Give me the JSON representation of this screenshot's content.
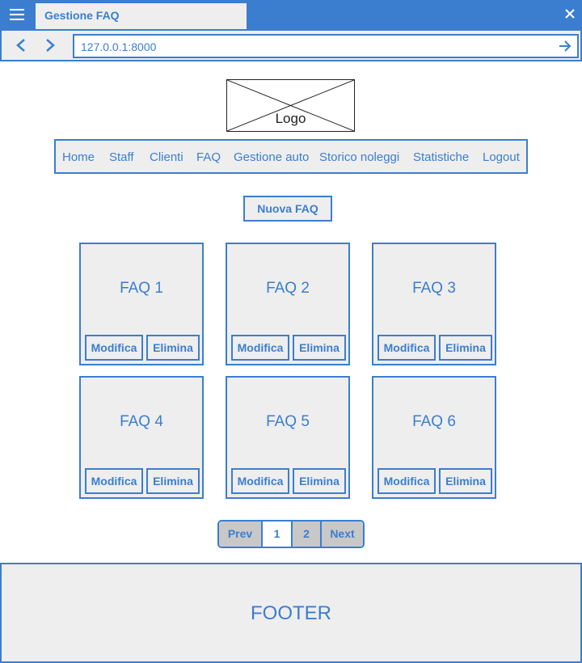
{
  "browser": {
    "tab_title": "Gestione FAQ",
    "url": "127.0.0.1:8000",
    "icons": {
      "menu": "hamburger-menu-icon",
      "close": "close-icon",
      "back": "chevron-left-icon",
      "forward": "chevron-right-icon",
      "go": "arrow-right-icon"
    }
  },
  "logo": {
    "label": "Logo"
  },
  "nav": {
    "items": [
      {
        "label": "Home"
      },
      {
        "label": "Staff"
      },
      {
        "label": "Clienti"
      },
      {
        "label": "FAQ"
      },
      {
        "label": "Gestione auto"
      },
      {
        "label": "Storico noleggi"
      },
      {
        "label": "Statistiche"
      },
      {
        "label": "Logout"
      }
    ]
  },
  "actions": {
    "new_faq_label": "Nuova FAQ"
  },
  "faqs": [
    {
      "title": "FAQ 1",
      "edit_label": "Modifica",
      "delete_label": "Elimina"
    },
    {
      "title": "FAQ 2",
      "edit_label": "Modifica",
      "delete_label": "Elimina"
    },
    {
      "title": "FAQ 3",
      "edit_label": "Modifica",
      "delete_label": "Elimina"
    },
    {
      "title": "FAQ 4",
      "edit_label": "Modifica",
      "delete_label": "Elimina"
    },
    {
      "title": "FAQ 5",
      "edit_label": "Modifica",
      "delete_label": "Elimina"
    },
    {
      "title": "FAQ 6",
      "edit_label": "Modifica",
      "delete_label": "Elimina"
    }
  ],
  "pagination": {
    "prev_label": "Prev",
    "pages": [
      "1",
      "2"
    ],
    "current_page": "1",
    "next_label": "Next"
  },
  "footer": {
    "label": "FOOTER"
  },
  "colors": {
    "accent": "#3b7ecf",
    "panel": "#eeeeee",
    "inactive_page": "#c8c8c8"
  }
}
